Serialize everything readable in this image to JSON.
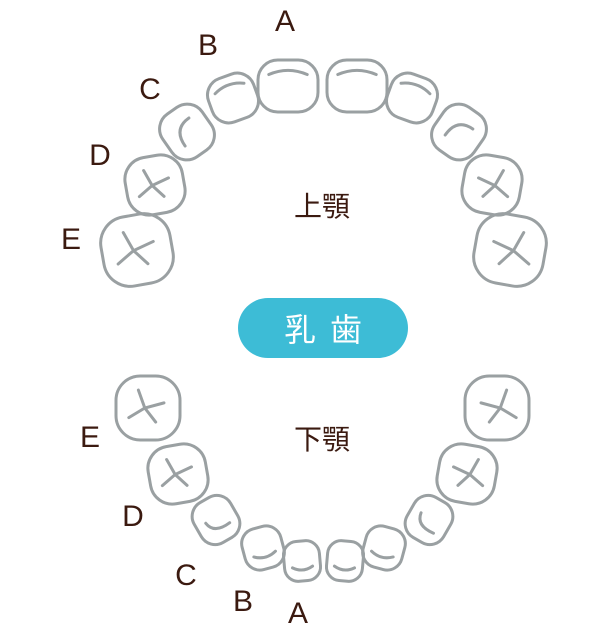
{
  "title": "乳歯",
  "upper_jaw_label": "上顎",
  "lower_jaw_label": "下顎",
  "upper_tooth_labels": [
    "A",
    "B",
    "C",
    "D",
    "E"
  ],
  "lower_tooth_labels": [
    "A",
    "B",
    "C",
    "D",
    "E"
  ],
  "colors": {
    "tooth_outline": "#9aa0a2",
    "label": "#3b1a10",
    "pill": "#3dbcd6"
  }
}
